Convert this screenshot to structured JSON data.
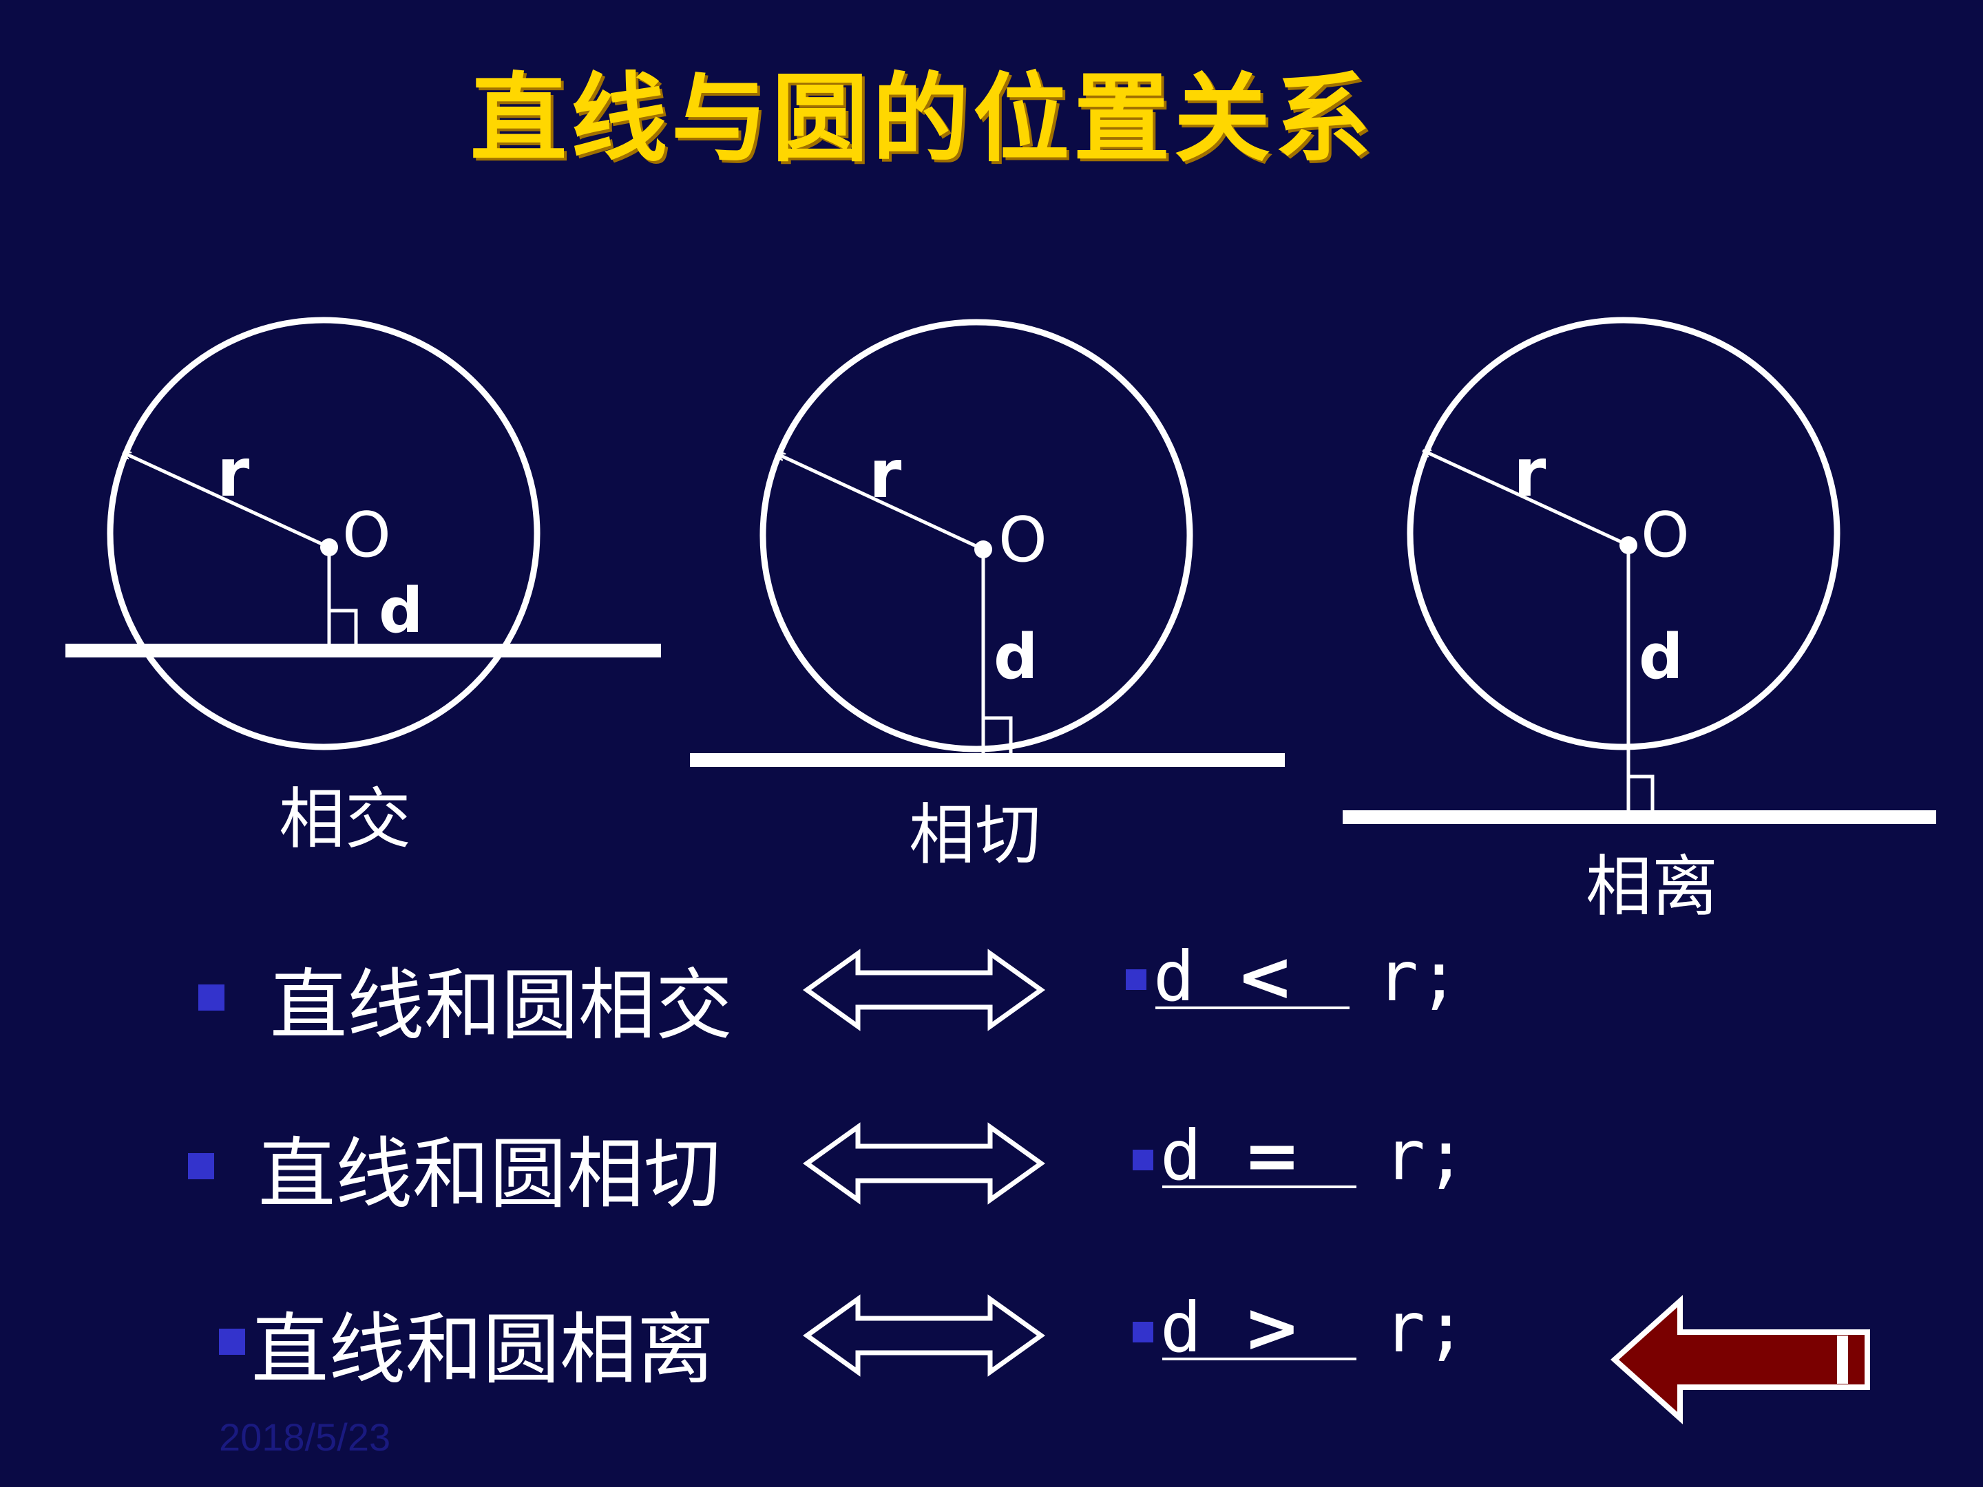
{
  "title": "直线与圆的位置关系",
  "diagrams": [
    {
      "label": "相交",
      "radius_label": "r",
      "center_label": "O",
      "distance_label": "d"
    },
    {
      "label": "相切",
      "radius_label": "r",
      "center_label": "O",
      "distance_label": "d"
    },
    {
      "label": "相离",
      "radius_label": "r",
      "center_label": "O",
      "distance_label": "d"
    }
  ],
  "relations": [
    {
      "text": "直线和圆相交",
      "formula_left": "d",
      "operator": "<",
      "formula_right": "r;"
    },
    {
      "text": "直线和圆相切",
      "formula_left": "d",
      "operator": "=",
      "formula_right": "r;"
    },
    {
      "text": "直线和圆相离",
      "formula_left": "d",
      "operator": ">",
      "formula_right": "r;"
    }
  ],
  "date": "2018/5/23",
  "colors": {
    "background": "#0a0a45",
    "title": "#ffd700",
    "bullet": "#3333cc",
    "back_arrow": "#7a0000"
  },
  "icons": {
    "double_arrow": "double-arrow-icon",
    "back": "left-arrow-icon"
  }
}
